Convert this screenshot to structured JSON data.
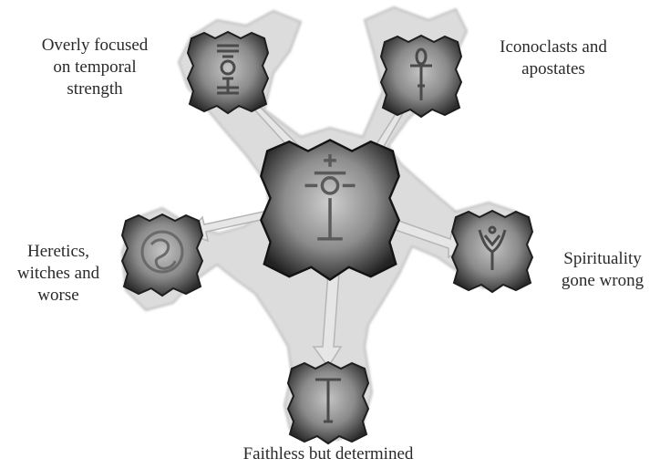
{
  "diagram": {
    "center": {
      "icon": "hourglass-sigil-icon"
    },
    "nodes": {
      "top_left": {
        "label": "Overly focused\non temporal\nstrength",
        "icon": "tower-sigil-icon"
      },
      "top_right": {
        "label": "Iconoclasts and\napostates",
        "icon": "ankh-icon"
      },
      "left": {
        "label": "Heretics,\nwitches and\nworse",
        "icon": "serpent-icon"
      },
      "right": {
        "label": "Spirituality\ngone wrong",
        "icon": "chalice-icon"
      },
      "bottom": {
        "label": "Faithless but determined",
        "icon": "sword-icon"
      }
    },
    "colors": {
      "background": "#ffffff",
      "halo": "#d2d2d2",
      "arrow": "#e3e3e3",
      "shield_light": "#b8b8b8",
      "shield_dark": "#2c2c2c",
      "sigil": "#4a4a4a",
      "text": "#2a2a2a"
    }
  }
}
